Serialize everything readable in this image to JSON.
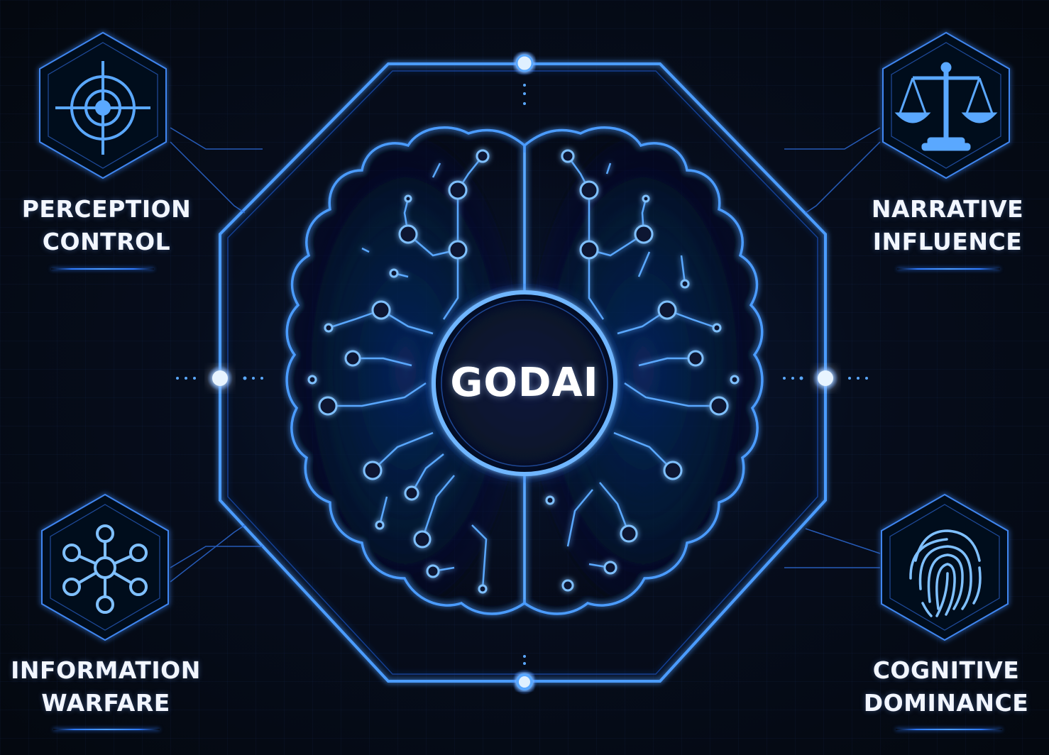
{
  "center": {
    "title": "GODAI"
  },
  "pillars": {
    "top_left": {
      "line1": "PERCEPTION",
      "line2": "CONTROL",
      "icon": "target-icon"
    },
    "top_right": {
      "line1": "NARRATIVE",
      "line2": "INFLUENCE",
      "icon": "scales-icon"
    },
    "bottom_left": {
      "line1": "INFORMATION",
      "line2": "WARFARE",
      "icon": "network-icon"
    },
    "bottom_right": {
      "line1": "COGNITIVE",
      "line2": "DOMINANCE",
      "icon": "fingerprint-icon"
    }
  },
  "colors": {
    "accent": "#2f7bff",
    "glow": "#5aa8ff",
    "background": "#050a14",
    "text": "#f2f6ff"
  }
}
